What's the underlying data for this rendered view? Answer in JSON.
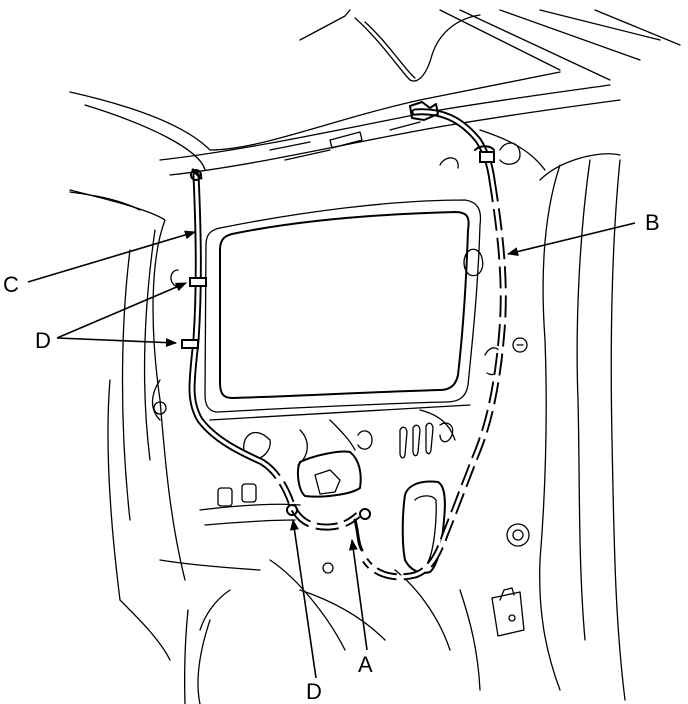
{
  "callouts": {
    "a": "A",
    "b": "B",
    "c": "C",
    "d_left": "D",
    "d_bottom": "D"
  },
  "colors": {
    "line": "#000000",
    "background": "#ffffff"
  }
}
